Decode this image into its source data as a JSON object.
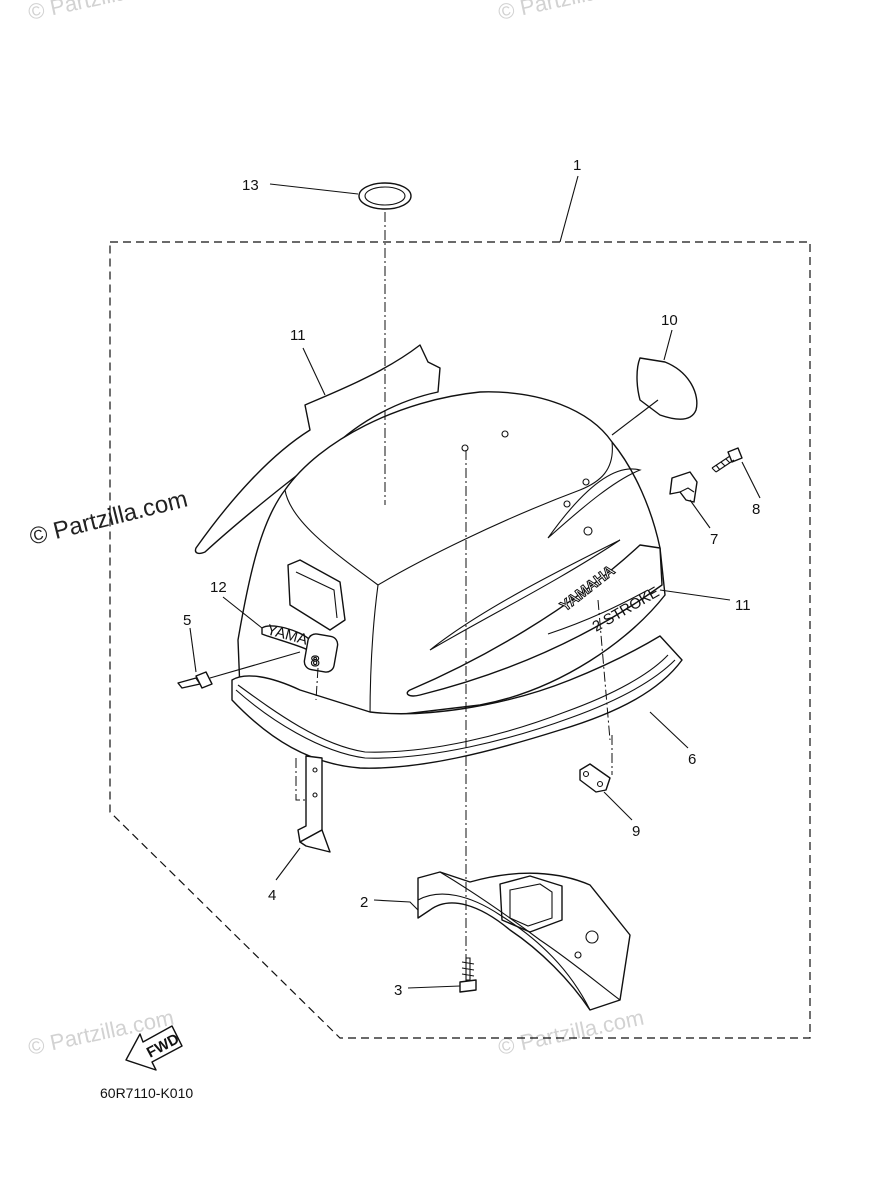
{
  "diagram": {
    "code": "60R7110-K010",
    "fwd_label": "FWD",
    "callouts": {
      "c1": "1",
      "c2": "2",
      "c3": "3",
      "c4": "4",
      "c5": "5",
      "c6": "6",
      "c7": "7",
      "c8": "8",
      "c9": "9",
      "c10": "10",
      "c11a": "11",
      "c11b": "11",
      "c12": "12",
      "c13": "13"
    },
    "decal_text": {
      "brand": "YAMAHA",
      "model_number": "8",
      "small_brand": "YAMAHA",
      "stripe_text": "2 STROKE"
    }
  },
  "watermarks": {
    "main": "© Partzilla.com",
    "faint": "© Partzilla.com"
  }
}
